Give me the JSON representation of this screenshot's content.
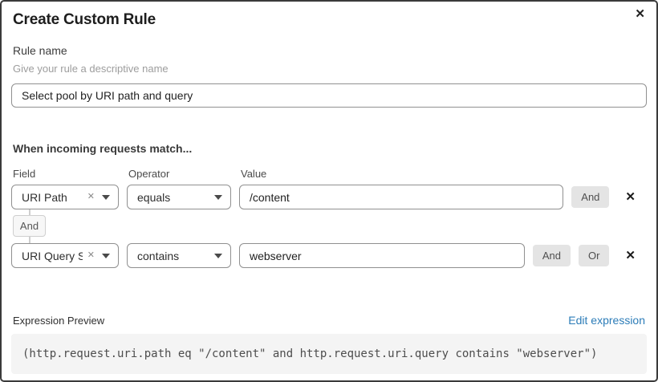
{
  "modal": {
    "title": "Create Custom Rule",
    "close_icon": "✕"
  },
  "rule_name": {
    "label": "Rule name",
    "hint": "Give your rule a descriptive name",
    "value": "Select pool by URI path and query"
  },
  "match": {
    "heading": "When incoming requests match...",
    "columns": {
      "field": "Field",
      "operator": "Operator",
      "value": "Value"
    },
    "connector_label": "And",
    "rows": [
      {
        "field": "URI Path",
        "operator": "equals",
        "value": "/content",
        "clear_icon": "✕",
        "delete_icon": "✕",
        "buttons": [
          "And"
        ]
      },
      {
        "field": "URI Query St...",
        "operator": "contains",
        "value": "webserver",
        "clear_icon": "✕",
        "delete_icon": "✕",
        "buttons": [
          "And",
          "Or"
        ]
      }
    ]
  },
  "expression": {
    "label": "Expression Preview",
    "edit_link": "Edit expression",
    "code": "(http.request.uri.path eq \"/content\" and http.request.uri.query contains \"webserver\")"
  },
  "colors": {
    "link_blue": "#2c7cb8",
    "button_gray": "#e4e4e4",
    "code_background": "#f4f4f4",
    "border_gray": "#909090",
    "modal_border": "#3a3a3a"
  }
}
